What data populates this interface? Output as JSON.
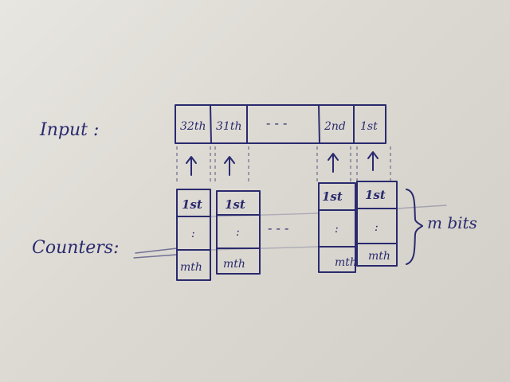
{
  "labels": {
    "input": "Input :",
    "counters": "Counters:",
    "m_bits": "m bits",
    "ellipsis_input": "- - -",
    "ellipsis_counters": "- - -"
  },
  "input_cells": [
    "32th",
    "31th",
    "2nd",
    "1st"
  ],
  "counter_cells": {
    "top": "1st",
    "middle": ":",
    "bottom": "mth"
  },
  "colors": {
    "ink": "#2a2a6e",
    "paper": "#e4e2dc"
  }
}
